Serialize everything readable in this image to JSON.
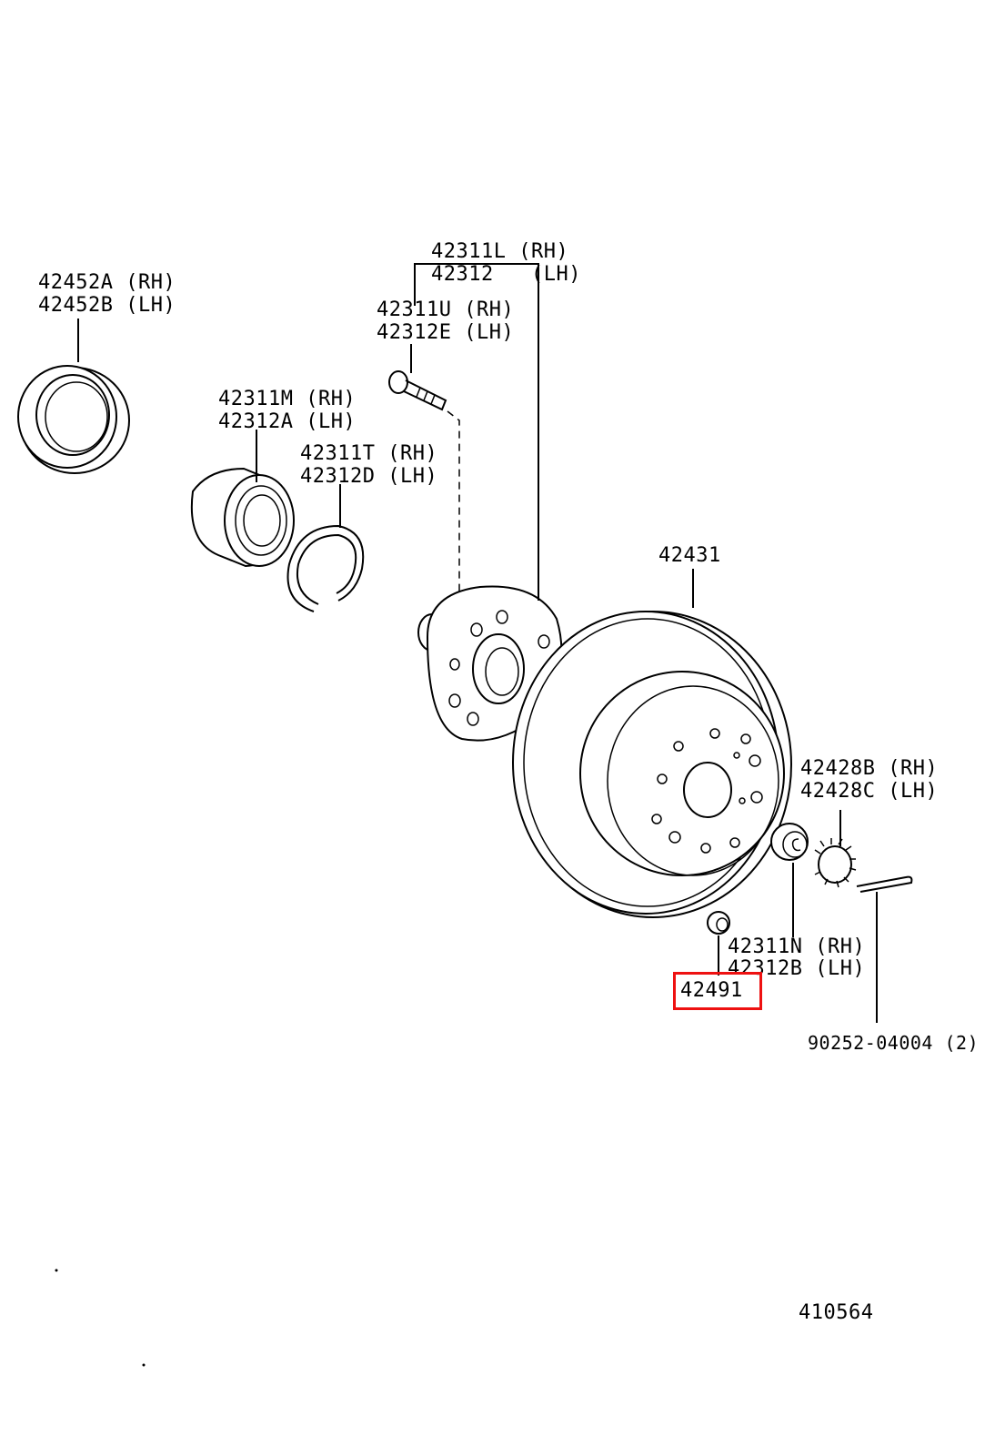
{
  "callouts": {
    "seal_rh": "42452A (RH)",
    "seal_lh": "42452B (LH)",
    "hub_rh": "42311L (RH)",
    "hub_lh": "42312   (LH)",
    "bolt_rh": "42311U (RH)",
    "bolt_lh": "42312E (LH)",
    "bearing_rh": "42311M (RH)",
    "bearing_lh": "42312A (LH)",
    "snap_rh": "42311T (RH)",
    "snap_lh": "42312D (LH)",
    "disc": "42431",
    "lock_rh": "42428B (RH)",
    "lock_lh": "42428C (LH)",
    "nut_rh": "42311N (RH)",
    "nut_lh": "42312B (LH)",
    "plug": "42491",
    "pin": "90252-04004 (2)"
  },
  "figure_number": "410564",
  "colors": {
    "highlight": "#ee1111",
    "line": "#000000"
  }
}
